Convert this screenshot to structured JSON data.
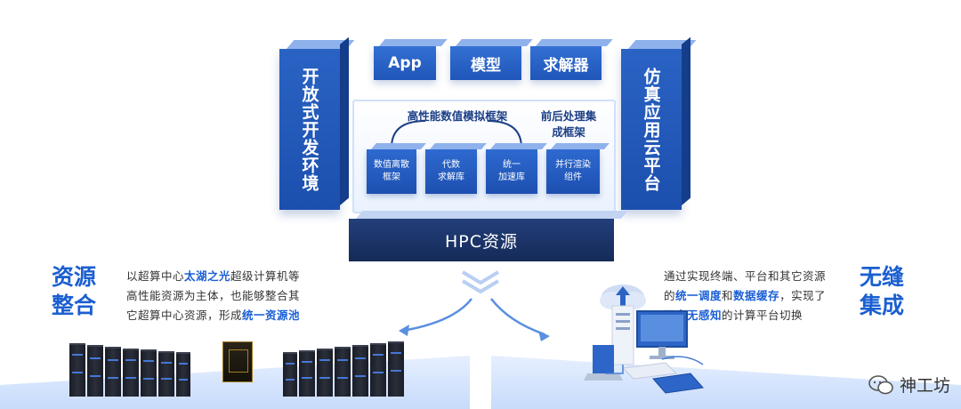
{
  "left_column": {
    "label": "开放式开发环境"
  },
  "right_column": {
    "label": "仿真应用云平台"
  },
  "top_boxes": [
    {
      "label": "App"
    },
    {
      "label": "模型"
    },
    {
      "label": "求解器"
    }
  ],
  "panel": {
    "group_left_title": "高性能数值模拟框架",
    "group_right_title": "前后处理集成框架",
    "boxes": [
      {
        "line1": "数值离散",
        "line2": "框架"
      },
      {
        "line1": "代数",
        "line2": "求解库"
      },
      {
        "line1": "统一",
        "line2": "加速库"
      },
      {
        "line1": "并行渲染",
        "line2": "组件"
      }
    ]
  },
  "hpc": {
    "label": "HPC资源"
  },
  "left_section": {
    "title_line1": "资源",
    "title_line2": "整合",
    "text_1": "以超算中心",
    "text_hl1": "太湖之光",
    "text_2": "超级计算机等",
    "text_3": "高性能资源为主体，也能够整合其",
    "text_4": "它超算中心资源，形成",
    "text_hl2": "统一资源池"
  },
  "right_section": {
    "title_line1": "无缝",
    "title_line2": "集成",
    "text_1": "通过实现终端、平台和其它资源",
    "text_2": "的",
    "text_hl1": "统一调度",
    "text_3": "和",
    "text_hl2": "数据缓存",
    "text_4": "，实现了",
    "text_hl3": "用户无感知",
    "text_5": "的计算平台切换"
  },
  "watermark": {
    "label": "神工坊"
  },
  "colors": {
    "accent": "#1b5fd0",
    "box": "#2a63c4",
    "dark": "#1a2f62",
    "floor": "#d6e5fd"
  }
}
